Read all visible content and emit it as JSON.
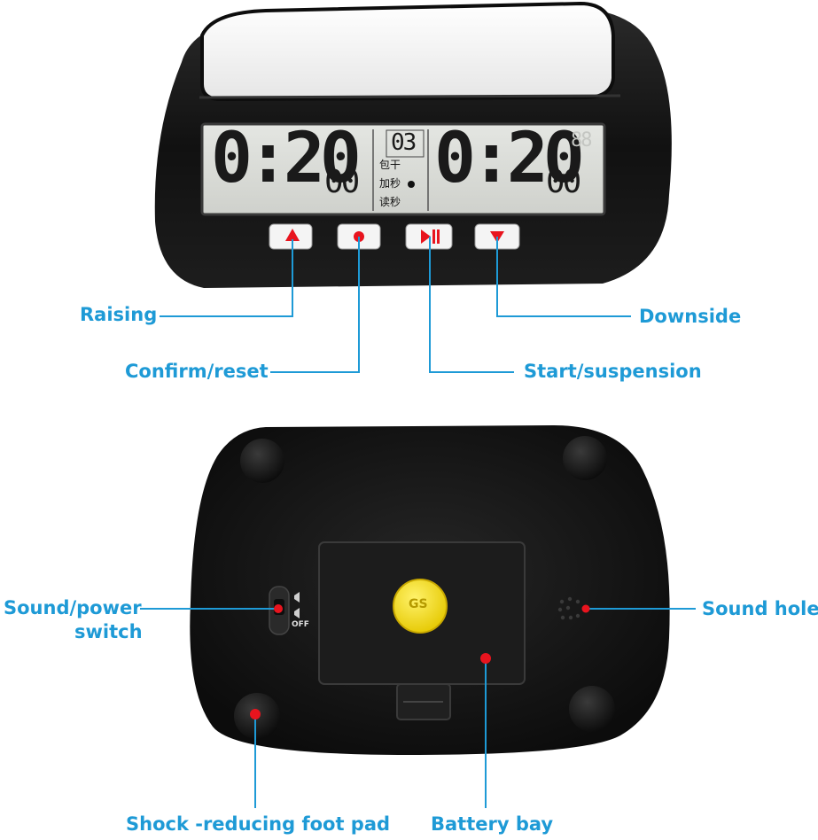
{
  "display": {
    "left_time": "0:20",
    "left_seconds": "00",
    "right_time": "0:20",
    "right_seconds": "00",
    "mode_number": "03",
    "mode_labels": [
      "包干",
      "加秒",
      "读秒"
    ],
    "right_ghost": "88"
  },
  "top_buttons": [
    {
      "icon": "triangle-up-icon"
    },
    {
      "icon": "dot-icon"
    },
    {
      "icon": "play-pause-icon"
    },
    {
      "icon": "triangle-down-icon"
    }
  ],
  "battery_cover_badge": "GS",
  "labels": {
    "raising": "Raising",
    "confirm_reset": "Confirm/reset",
    "start_suspension": "Start/suspension",
    "downside": "Downside",
    "sound_power_switch_line1": "Sound/power",
    "sound_power_switch_line2": "switch",
    "switch_off": "OFF",
    "sound_hole": "Sound hole",
    "foot_pad": "Shock -reducing foot pad",
    "battery_bay": "Battery bay"
  },
  "colors": {
    "label_blue": "#1e9ad6",
    "marker_red": "#e8141e",
    "body_black": "#151515",
    "lcd_bg": "#d9dbd7"
  }
}
